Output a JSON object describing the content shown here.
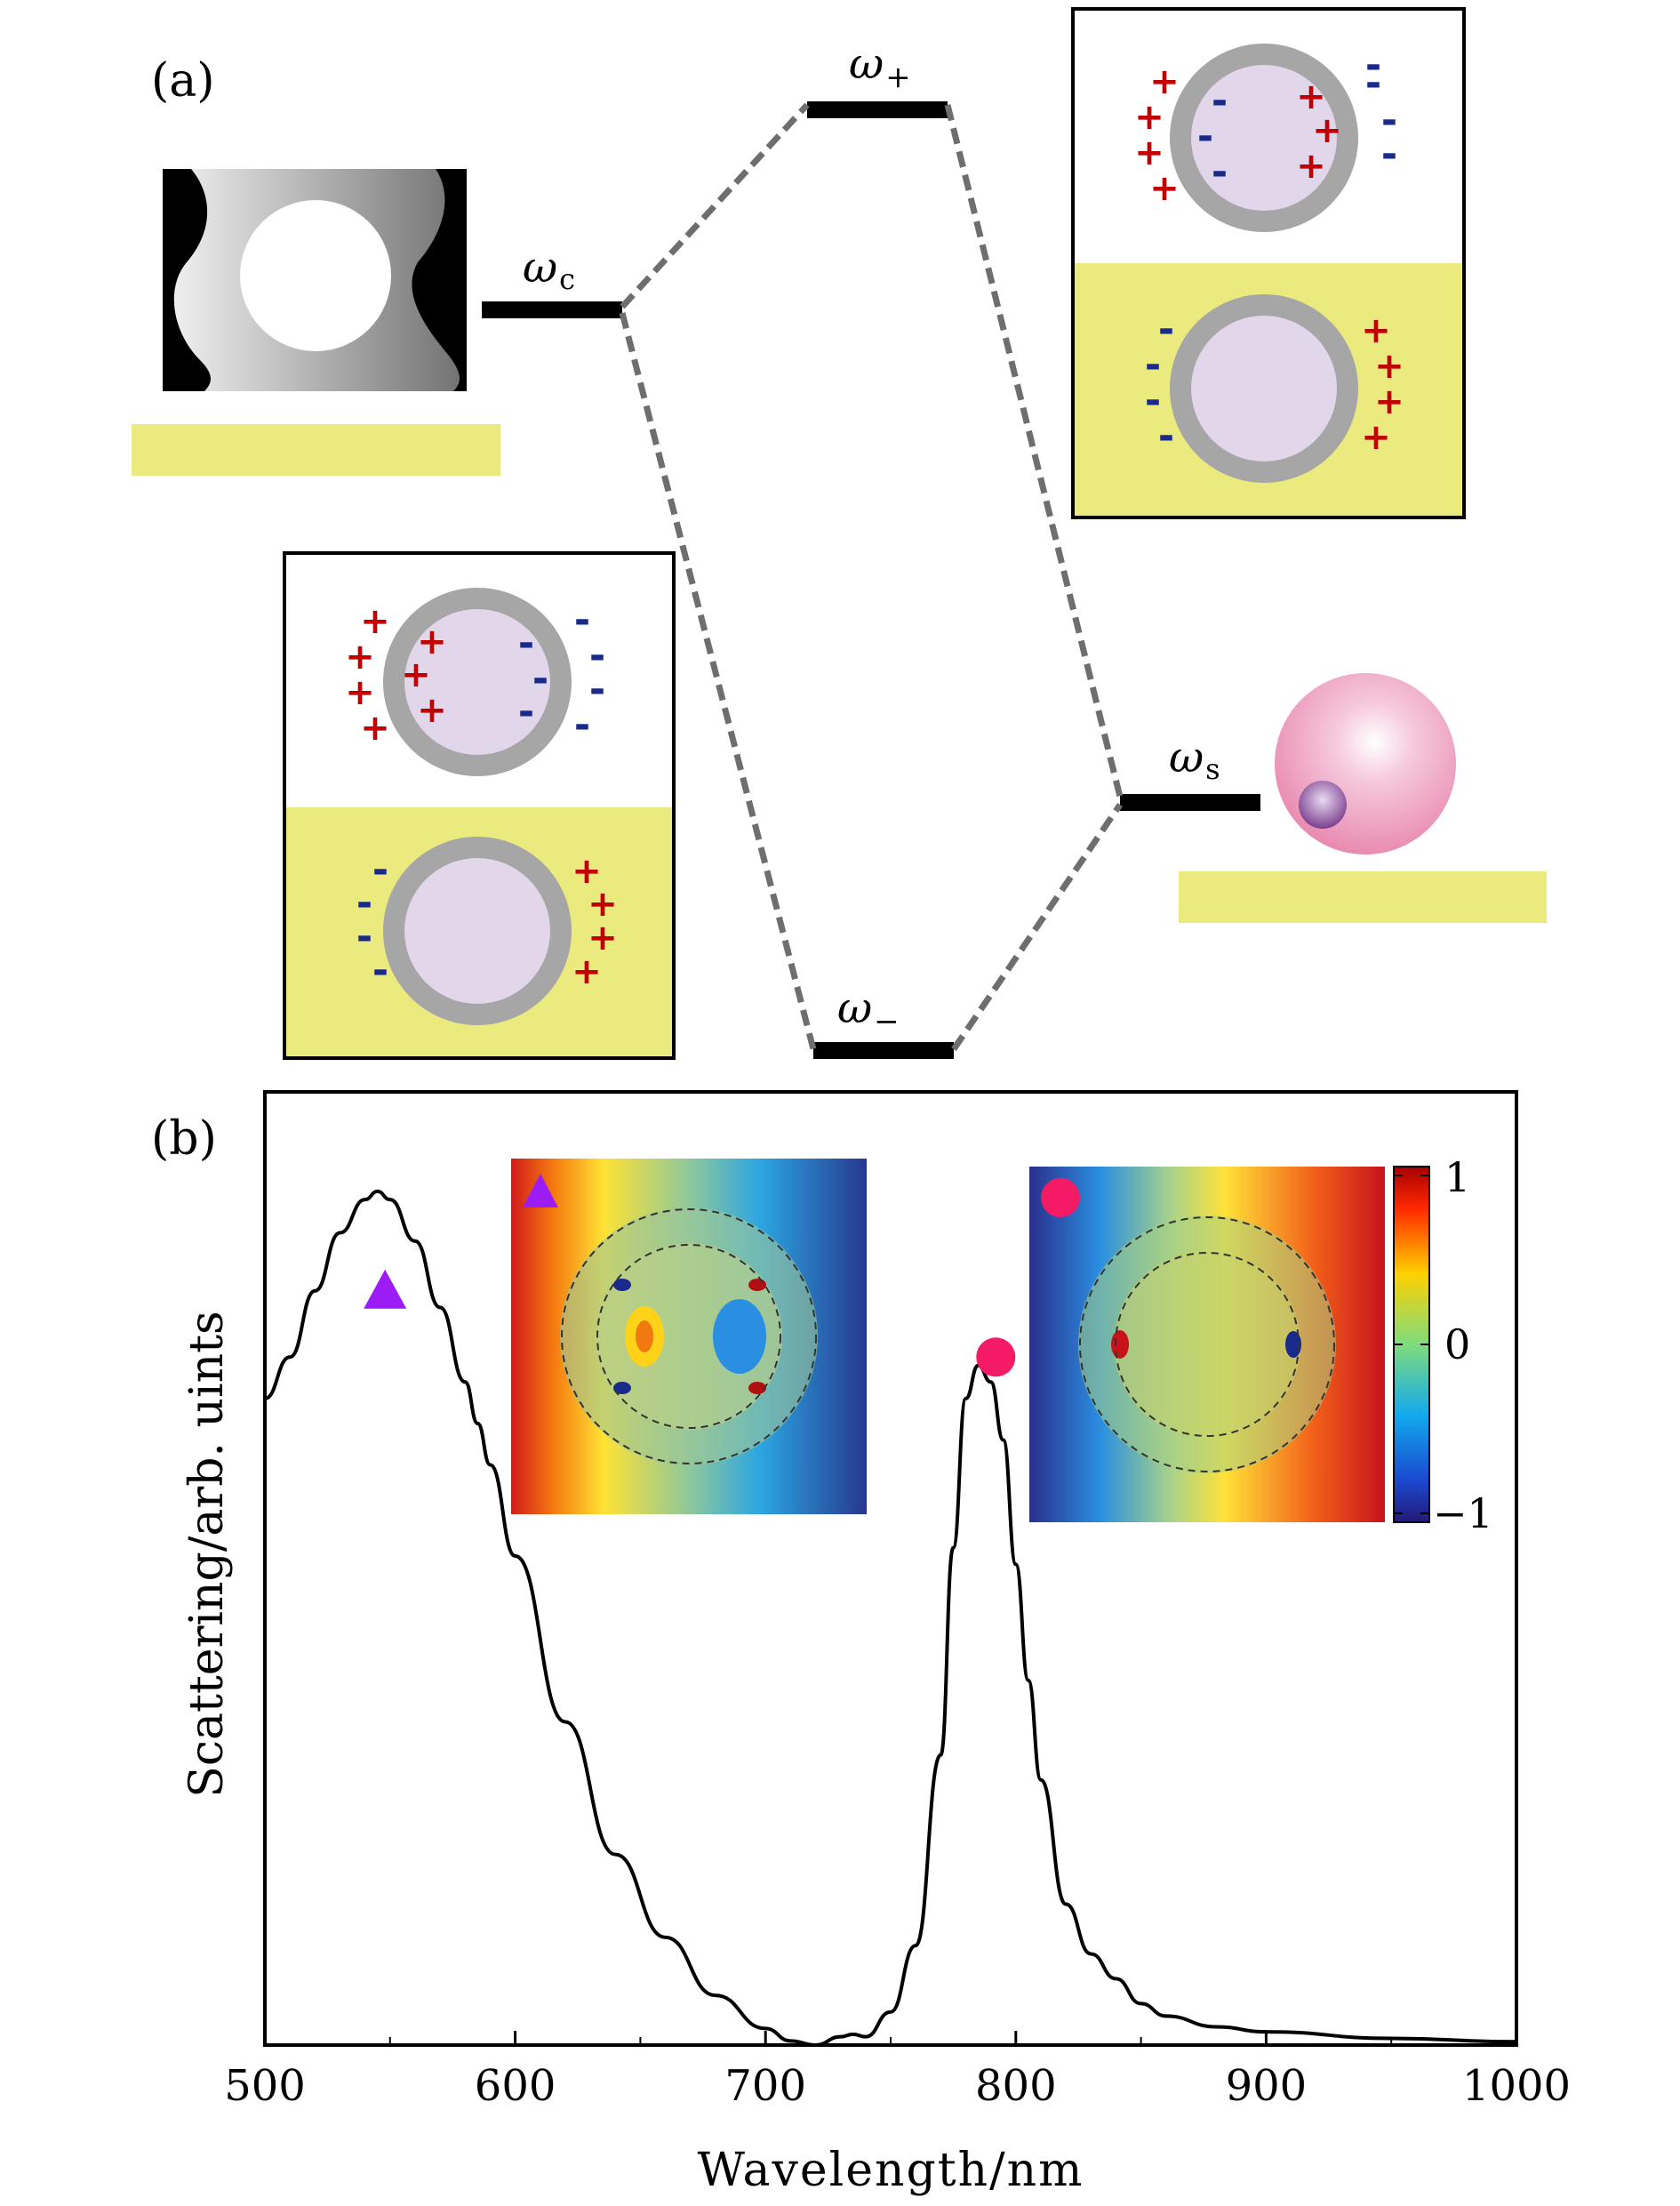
{
  "panel_a": {
    "label": "(a)",
    "levels": {
      "omega_c": "ω",
      "omega_c_sub": "c",
      "omega_plus": "ω",
      "omega_plus_sub": "+",
      "omega_minus": "ω",
      "omega_minus_sub": "−",
      "omega_s": "ω",
      "omega_s_sub": "s"
    },
    "charges": {
      "plus": "+",
      "minus": "-"
    },
    "colors": {
      "substrate": "#EAEA7F",
      "shell": "#A6A6A6",
      "core": "#E2D6EA",
      "plus_charge": "#C00000",
      "minus_charge": "#1A2A8C",
      "connector": "#6E6E6E",
      "sphere": "#EFA2C2"
    }
  },
  "panel_b": {
    "label": "(b)",
    "xlabel": "Wavelength/nm",
    "ylabel": "Scattering/arb. uints",
    "colorbar_ticks": [
      "1",
      "0",
      "−1"
    ],
    "markers": {
      "triangle_color": "#9B1CF5",
      "circle_color": "#F41A66"
    }
  },
  "chart_data": {
    "type": "line",
    "xlim": [
      500,
      1000
    ],
    "ylim": [
      0,
      1.15
    ],
    "x_ticks": [
      "500",
      "600",
      "700",
      "800",
      "900",
      "1000"
    ],
    "grid": false,
    "series": [
      {
        "x": [
          500,
          510,
          520,
          530,
          540,
          545,
          550,
          560,
          570,
          580,
          585,
          590,
          600,
          620,
          640,
          660,
          680,
          700,
          710,
          720,
          730,
          735,
          740,
          750,
          760,
          770,
          775,
          780,
          785,
          790,
          795,
          800,
          805,
          810,
          820,
          830,
          840,
          850,
          860,
          880,
          900,
          950,
          1000
        ],
        "y": [
          0.78,
          0.83,
          0.91,
          0.98,
          1.02,
          1.03,
          1.02,
          0.97,
          0.89,
          0.8,
          0.75,
          0.7,
          0.59,
          0.39,
          0.23,
          0.13,
          0.06,
          0.02,
          0.005,
          0.0,
          0.01,
          0.013,
          0.01,
          0.04,
          0.12,
          0.35,
          0.6,
          0.78,
          0.82,
          0.8,
          0.73,
          0.58,
          0.44,
          0.32,
          0.17,
          0.11,
          0.08,
          0.05,
          0.035,
          0.022,
          0.016,
          0.008,
          0.004
        ]
      }
    ],
    "markers": [
      {
        "shape": "triangle",
        "x": 548,
        "y": 0.91
      },
      {
        "shape": "circle",
        "x": 792,
        "y": 0.83
      }
    ]
  }
}
